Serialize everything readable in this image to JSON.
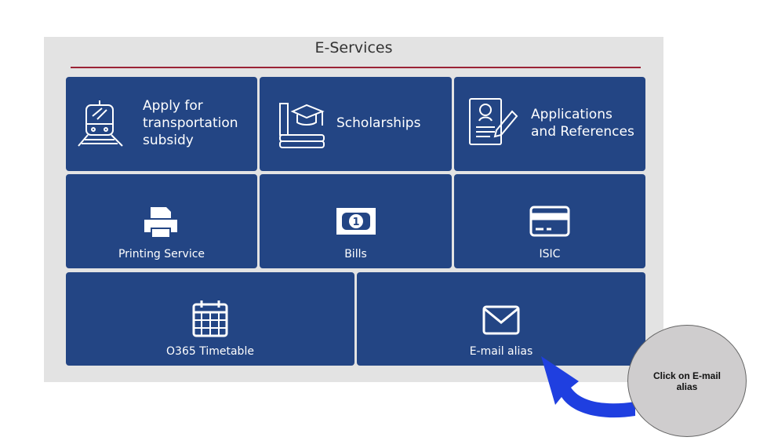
{
  "header": {
    "title": "E-Services"
  },
  "tiles": [
    {
      "label": "Apply for transportation subsidy",
      "icon": "train-icon"
    },
    {
      "label": "Scholarships",
      "icon": "graduation-books-icon"
    },
    {
      "label": "Applications and References",
      "icon": "document-pen-icon"
    },
    {
      "label": "Printing Service",
      "icon": "printer-icon"
    },
    {
      "label": "Bills",
      "icon": "banknote-icon"
    },
    {
      "label": "ISIC",
      "icon": "card-icon"
    },
    {
      "label": "O365 Timetable",
      "icon": "calendar-icon"
    },
    {
      "label": "E-mail alias",
      "icon": "envelope-icon"
    }
  ],
  "callout": {
    "text": "Click on E-mail alias"
  },
  "colors": {
    "tile": "#234584",
    "panel": "#e3e3e3",
    "rule": "#9b2335",
    "arrow": "#1f3fe0",
    "bubble": "#cfcdce"
  }
}
